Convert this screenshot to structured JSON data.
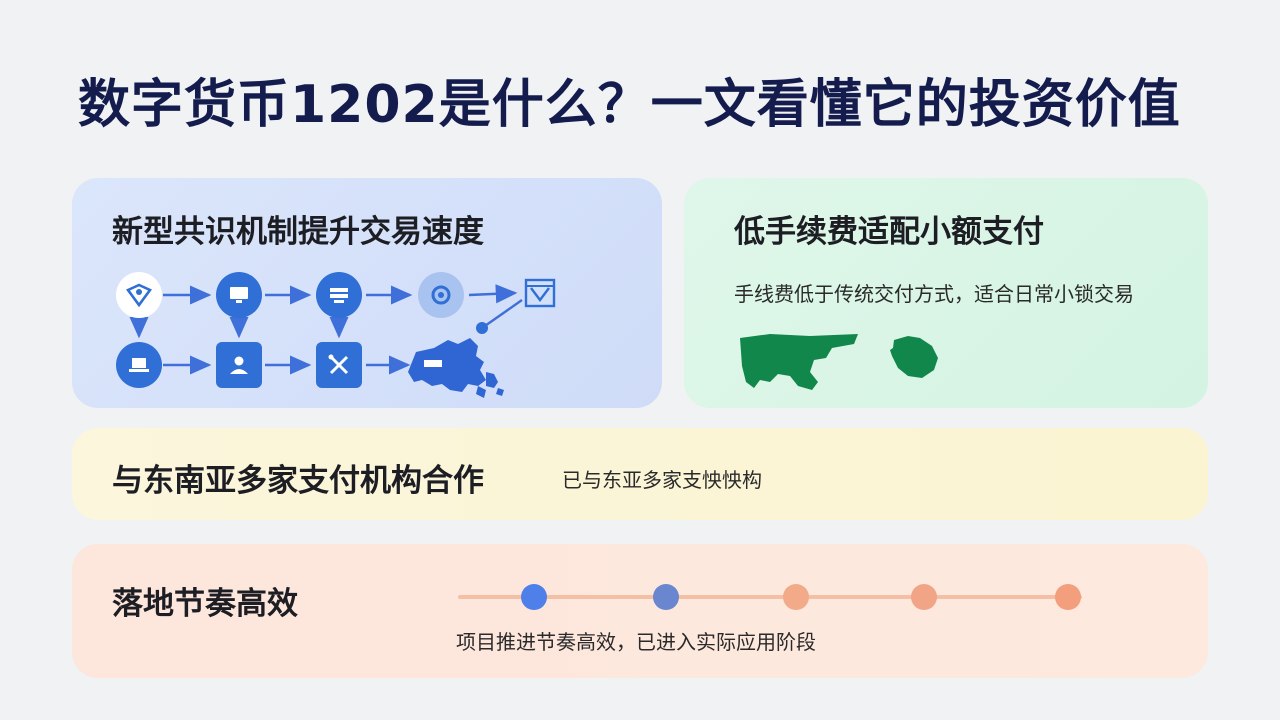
{
  "page": {
    "title": "数字货币1202是什么？一文看懂它的投资价值"
  },
  "cards": {
    "consensus": {
      "heading": "新型共识机制提升交易速度"
    },
    "low_fee": {
      "heading": "低手续费适配小额支付",
      "description": "手线费低于传统交付方式，适合日常小锁交易"
    },
    "partners": {
      "heading": "与东南亚多家支付机构合作",
      "description": "已与东亚多家支怏怏构"
    },
    "rollout": {
      "heading": "落地节奏高效",
      "description": "项目推进节奏高效，已进入实际应用阶段"
    }
  },
  "timeline": {
    "stage_colors": [
      "#4f7fe8",
      "#6a86cf",
      "#f2aa88",
      "#f2a586",
      "#f39e7c"
    ],
    "line_color": "#f3c0a6"
  },
  "icons": {
    "row1": [
      "shield-icon",
      "monitor-icon",
      "server-icon",
      "cloud-icon",
      "checkbox-icon"
    ],
    "row2": [
      "laptop-icon",
      "user-icon",
      "tools-icon",
      "map-icon"
    ]
  },
  "colors": {
    "accent_blue": "#2f6fd6",
    "map_green": "#12874b",
    "title": "#141c4d"
  }
}
